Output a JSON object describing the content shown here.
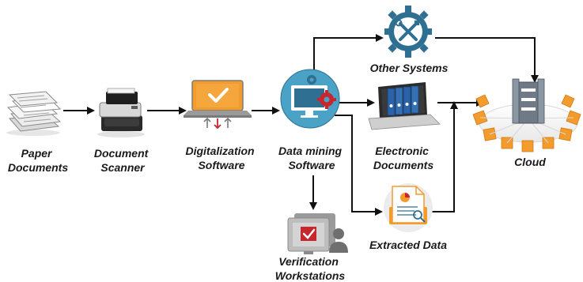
{
  "nodes": {
    "paper_documents": {
      "line1": "Paper",
      "line2": "Documents",
      "icon": "paper-stack-icon"
    },
    "document_scanner": {
      "line1": "Document",
      "line2": "Scanner",
      "icon": "scanner-icon"
    },
    "digitalization_software": {
      "line1": "Digitalization",
      "line2": "Software",
      "icon": "laptop-check-icon"
    },
    "data_mining_software": {
      "line1": "Data mining",
      "line2": "Software",
      "icon": "monitor-gears-icon"
    },
    "other_systems": {
      "line1": "Other Systems",
      "icon": "gear-tools-icon"
    },
    "electronic_documents": {
      "line1": "Electronic",
      "line2": "Documents",
      "icon": "laptop-binders-icon"
    },
    "extracted_data": {
      "line1": "Extracted Data",
      "icon": "document-chart-icon"
    },
    "verification_workstations": {
      "line1": "Verification",
      "line2": "Workstations",
      "icon": "workstation-user-icon"
    },
    "cloud": {
      "line1": "Cloud",
      "icon": "cloud-server-icon"
    }
  },
  "colors": {
    "orange": "#f39b2d",
    "teal": "#2f6f91",
    "teal_light": "#4aa3c7",
    "red": "#c8252c",
    "gray": "#7a7a7a",
    "blue_binder": "#2b63a8",
    "arrow": "#111111"
  }
}
